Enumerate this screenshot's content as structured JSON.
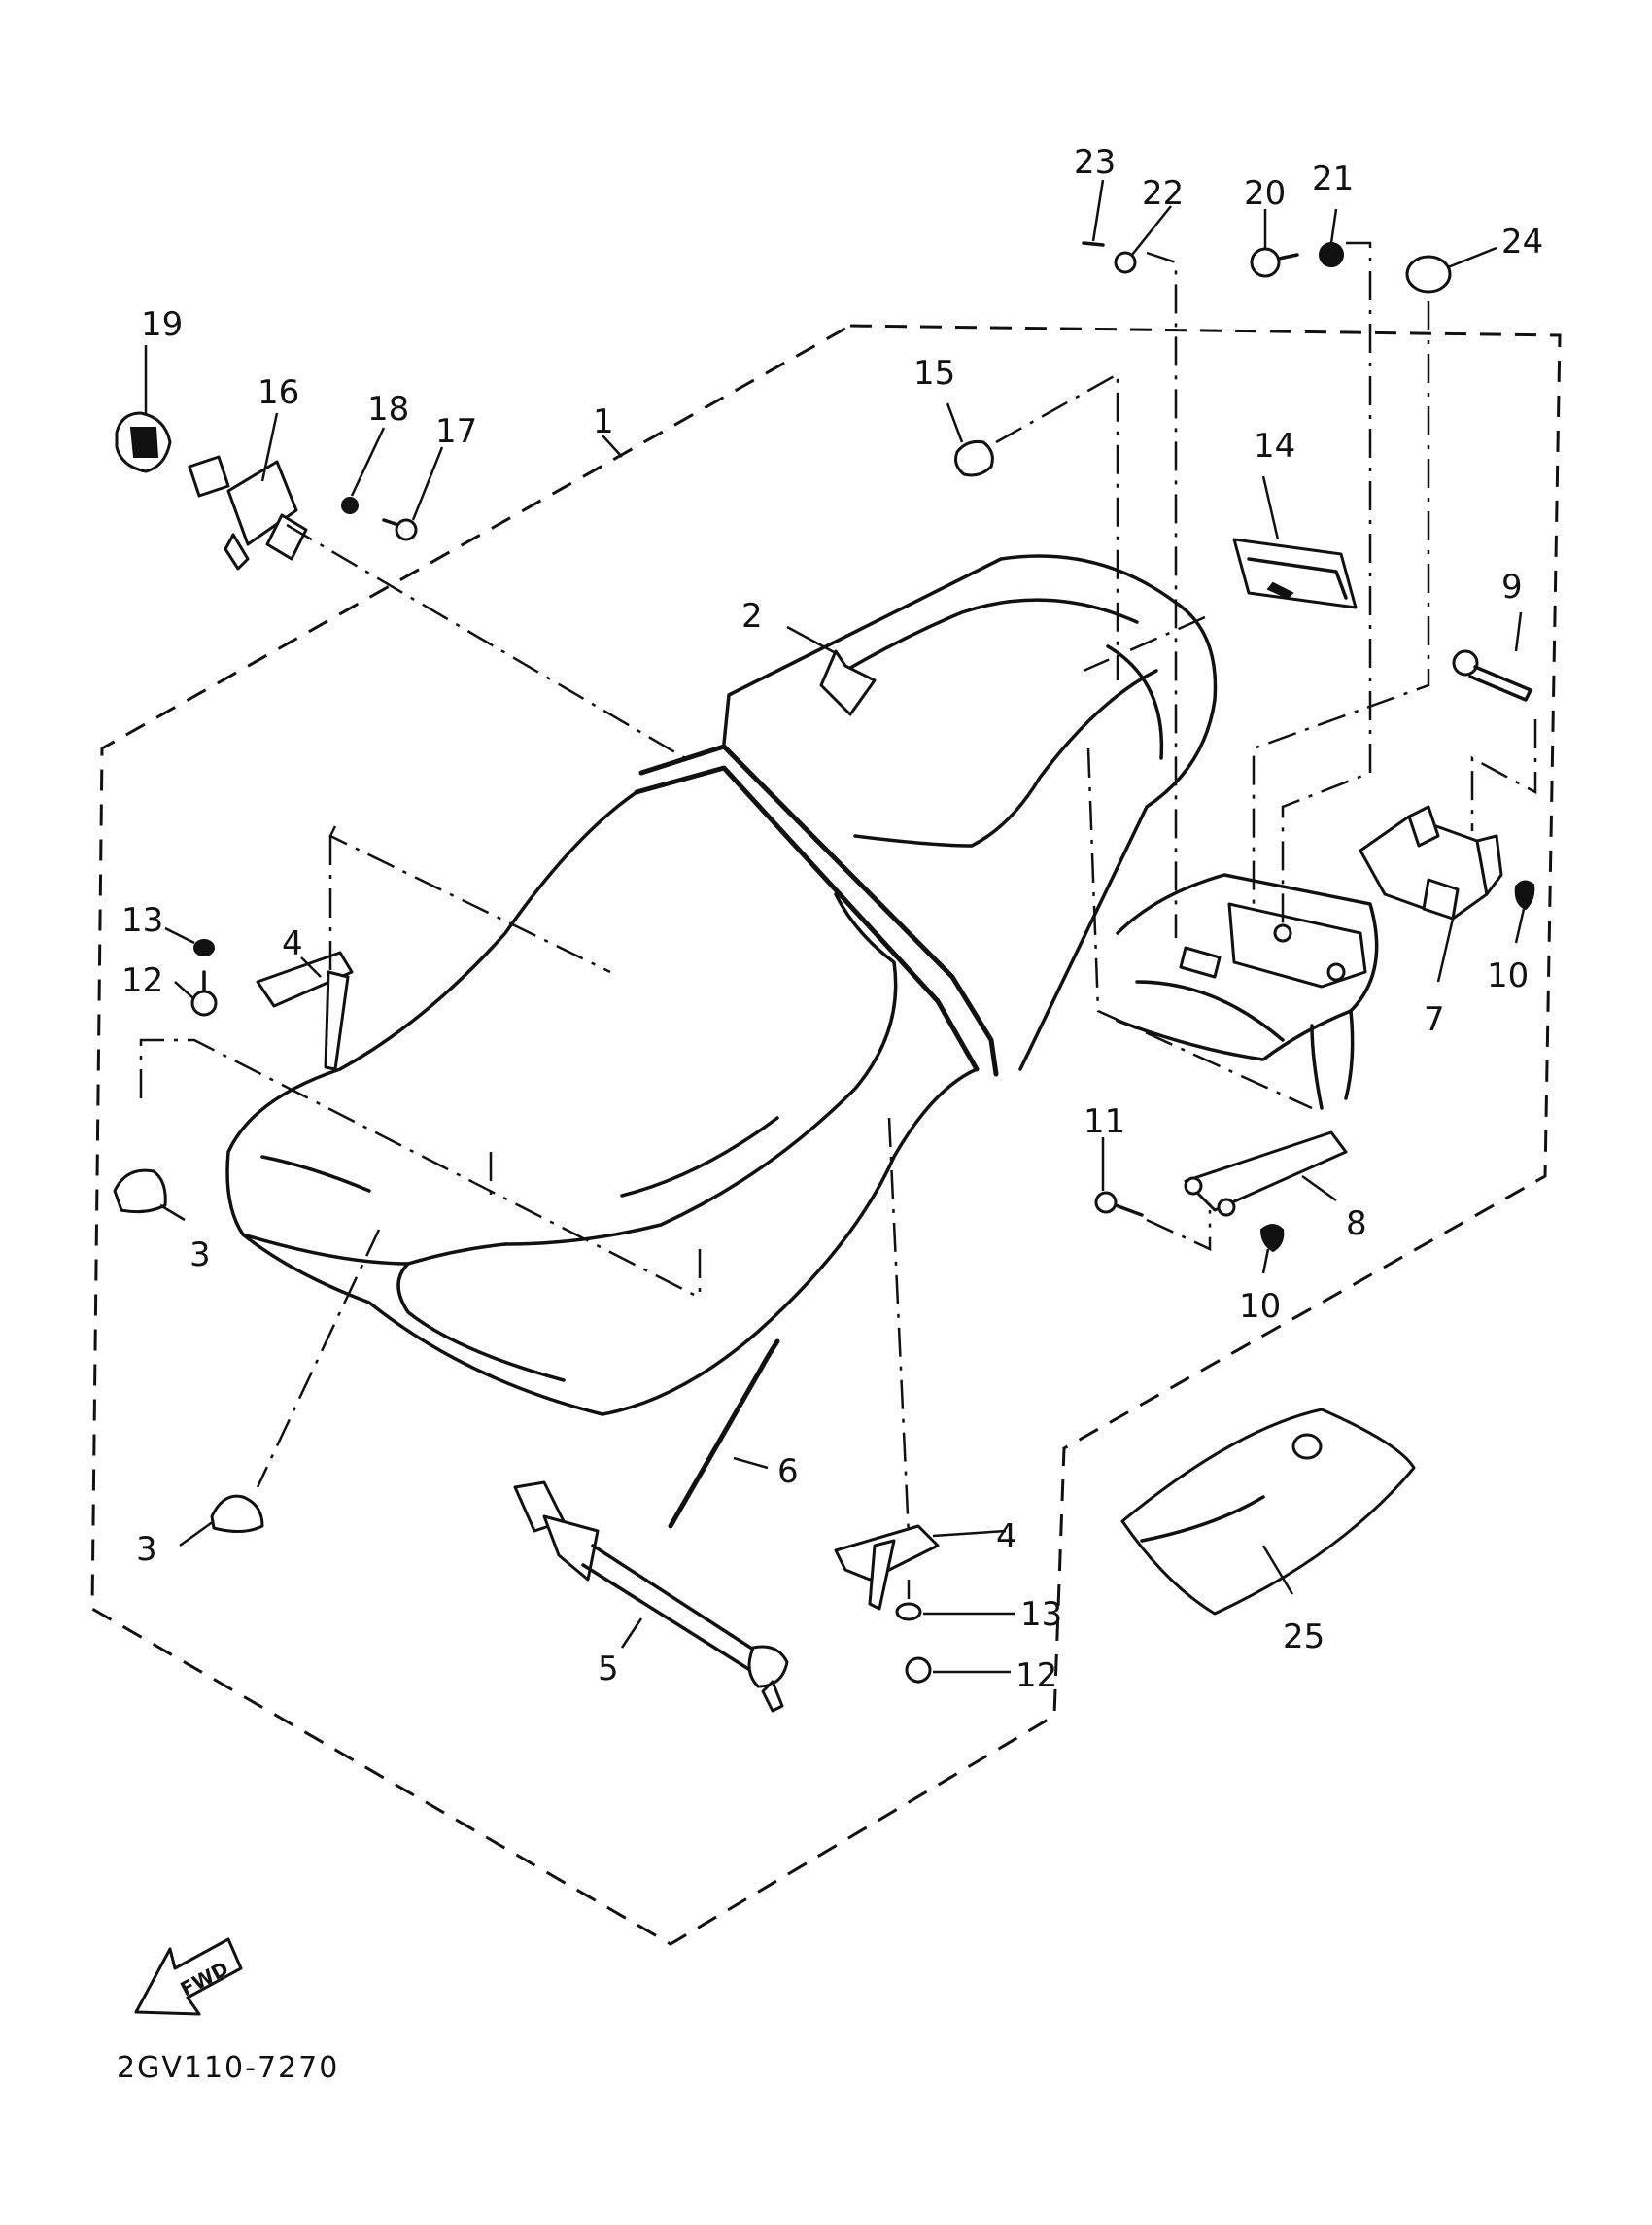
{
  "diagram": {
    "drawing_code": "2GV110-7270",
    "fwd_label": "FWD",
    "part_numbers": {
      "p1": "1",
      "p2": "2",
      "p3a": "3",
      "p3b": "3",
      "p4a": "4",
      "p4b": "4",
      "p5": "5",
      "p6": "6",
      "p7": "7",
      "p8": "8",
      "p9": "9",
      "p10a": "10",
      "p10b": "10",
      "p11": "11",
      "p12a": "12",
      "p12b": "12",
      "p13a": "13",
      "p13b": "13",
      "p14": "14",
      "p15": "15",
      "p16": "16",
      "p17": "17",
      "p18": "18",
      "p19": "19",
      "p20": "20",
      "p21": "21",
      "p22": "22",
      "p23": "23",
      "p24": "24",
      "p25": "25"
    }
  }
}
